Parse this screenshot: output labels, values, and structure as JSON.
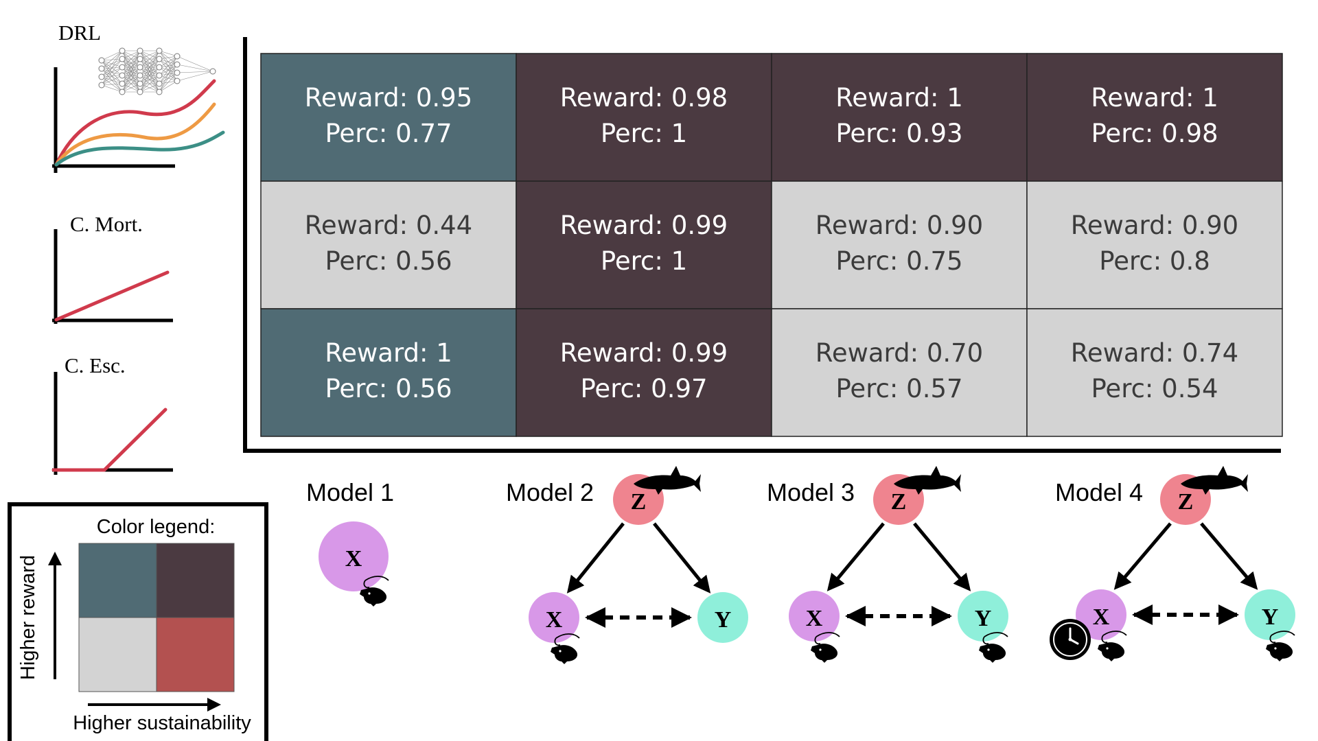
{
  "methods": [
    {
      "label": "DRL",
      "curve_colors": [
        "#d03a4c",
        "#ee9a44",
        "#3c8f86"
      ]
    },
    {
      "label": "C. Mort.",
      "curve_colors": [
        "#d03a4c"
      ]
    },
    {
      "label": "C. Esc.",
      "curve_colors": [
        "#d03a4c"
      ]
    }
  ],
  "cell_labels": {
    "reward_prefix": "Reward: ",
    "perc_prefix": "Perc: "
  },
  "table": [
    [
      {
        "reward": "0.95",
        "perc": "0.77",
        "category": "high-reward-low-sustainability"
      },
      {
        "reward": "0.98",
        "perc": "1",
        "category": "high-reward-high-sustainability"
      },
      {
        "reward": "1",
        "perc": "0.93",
        "category": "high-reward-high-sustainability"
      },
      {
        "reward": "1",
        "perc": "0.98",
        "category": "high-reward-high-sustainability"
      }
    ],
    [
      {
        "reward": "0.44",
        "perc": "0.56",
        "category": "low-reward-low-sustainability"
      },
      {
        "reward": "0.99",
        "perc": "1",
        "category": "high-reward-high-sustainability"
      },
      {
        "reward": "0.90",
        "perc": "0.75",
        "category": "low-reward-low-sustainability"
      },
      {
        "reward": "0.90",
        "perc": "0.8",
        "category": "low-reward-low-sustainability"
      }
    ],
    [
      {
        "reward": "1",
        "perc": "0.56",
        "category": "high-reward-low-sustainability"
      },
      {
        "reward": "0.99",
        "perc": "0.97",
        "category": "high-reward-high-sustainability"
      },
      {
        "reward": "0.70",
        "perc": "0.57",
        "category": "low-reward-low-sustainability"
      },
      {
        "reward": "0.74",
        "perc": "0.54",
        "category": "low-reward-low-sustainability"
      }
    ]
  ],
  "colors": {
    "high-reward-low-sustainability": "#506b74",
    "high-reward-high-sustainability": "#4b3a41",
    "low-reward-low-sustainability": "#d3d3d3",
    "low-reward-high-sustainability": "#b35150",
    "text_on_dark": "#ffffff",
    "text_on_light": "#3b3b3b",
    "node_x": "#d898e8",
    "node_y": "#8fefda",
    "node_z": "#ef848f"
  },
  "models": [
    {
      "title": "Model 1",
      "nodes": [
        "X"
      ]
    },
    {
      "title": "Model 2",
      "nodes": [
        "Z",
        "X",
        "Y"
      ]
    },
    {
      "title": "Model 3",
      "nodes": [
        "Z",
        "X",
        "Y"
      ]
    },
    {
      "title": "Model 4",
      "nodes": [
        "Z",
        "X",
        "Y"
      ],
      "clock": true
    }
  ],
  "legend": {
    "title": "Color legend:",
    "y_axis": "Higher reward",
    "x_axis": "Higher sustainability"
  }
}
